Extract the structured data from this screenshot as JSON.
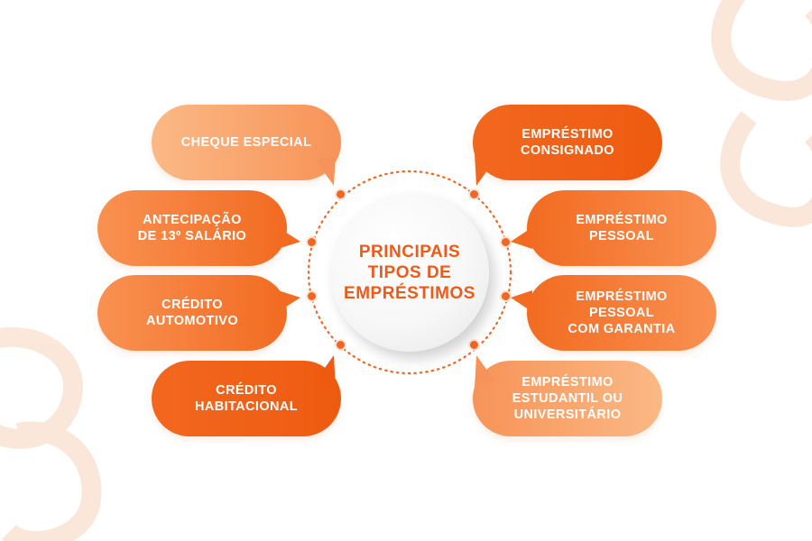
{
  "center": {
    "title": "PRINCIPAIS\nTIPOS DE\nEMPRÉSTIMOS"
  },
  "left_items": [
    {
      "label": "CHEQUE ESPECIAL"
    },
    {
      "label": "ANTECIPAÇÃO\nDE 13º SALÁRIO"
    },
    {
      "label": "CRÉDITO\nAUTOMOTIVO"
    },
    {
      "label": "CRÉDITO\nHABITACIONAL"
    }
  ],
  "right_items": [
    {
      "label": "EMPRÉSTIMO\nCONSIGNADO"
    },
    {
      "label": "EMPRÉSTIMO\nPESSOAL"
    },
    {
      "label": "EMPRÉSTIMO\nPESSOAL\nCOM GARANTIA"
    },
    {
      "label": "EMPRÉSTIMO\nESTUDANTIL OU\nUNIVERSITÁRIO"
    }
  ],
  "colors": {
    "accent": "#f26522",
    "center_text": "#ee5a17",
    "bubble_light": "#fbb985",
    "bubble_dark": "#ee5b10"
  }
}
